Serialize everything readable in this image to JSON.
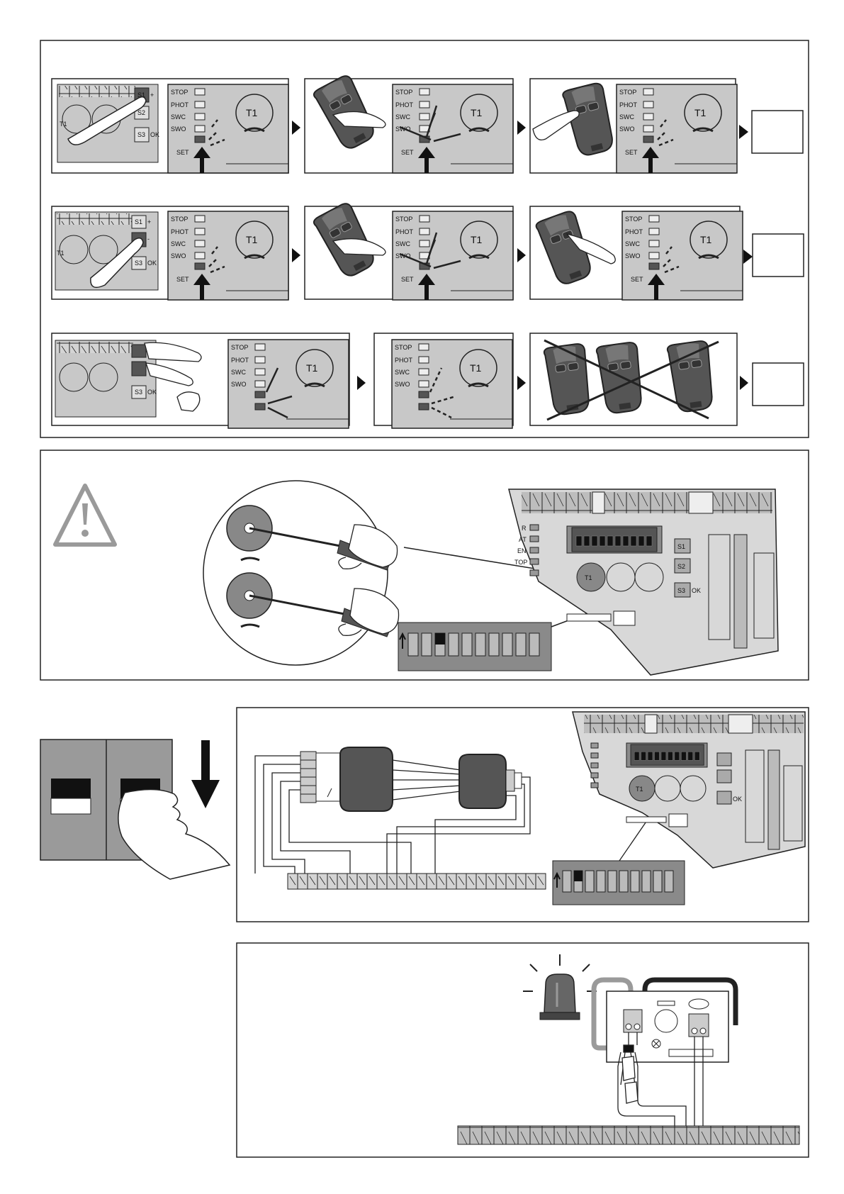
{
  "leds": {
    "stop": "STOP",
    "phot": "PHOT",
    "swc": "SWC",
    "swo": "SWO",
    "set": "SET"
  },
  "trimmer": "T1",
  "buttons": {
    "s1": "S1",
    "s2": "S2",
    "s3": "S3",
    "ok": "OK",
    "plus": "+",
    "minus": "-"
  },
  "board_side_labels": [
    "R",
    "AT",
    "EN",
    "TOP"
  ],
  "colors": {
    "panel_gray": "#c8c8c8",
    "remote_dark": "#555555",
    "warning_gray": "#9a9a9a",
    "terminal_gray": "#d4d4d4",
    "wire_dark": "#222222"
  },
  "icons": [
    "warning-triangle-icon",
    "flashing-light-icon",
    "down-arrow-icon",
    "remote-control-icon",
    "screwdriver-icon",
    "finger-icon"
  ]
}
